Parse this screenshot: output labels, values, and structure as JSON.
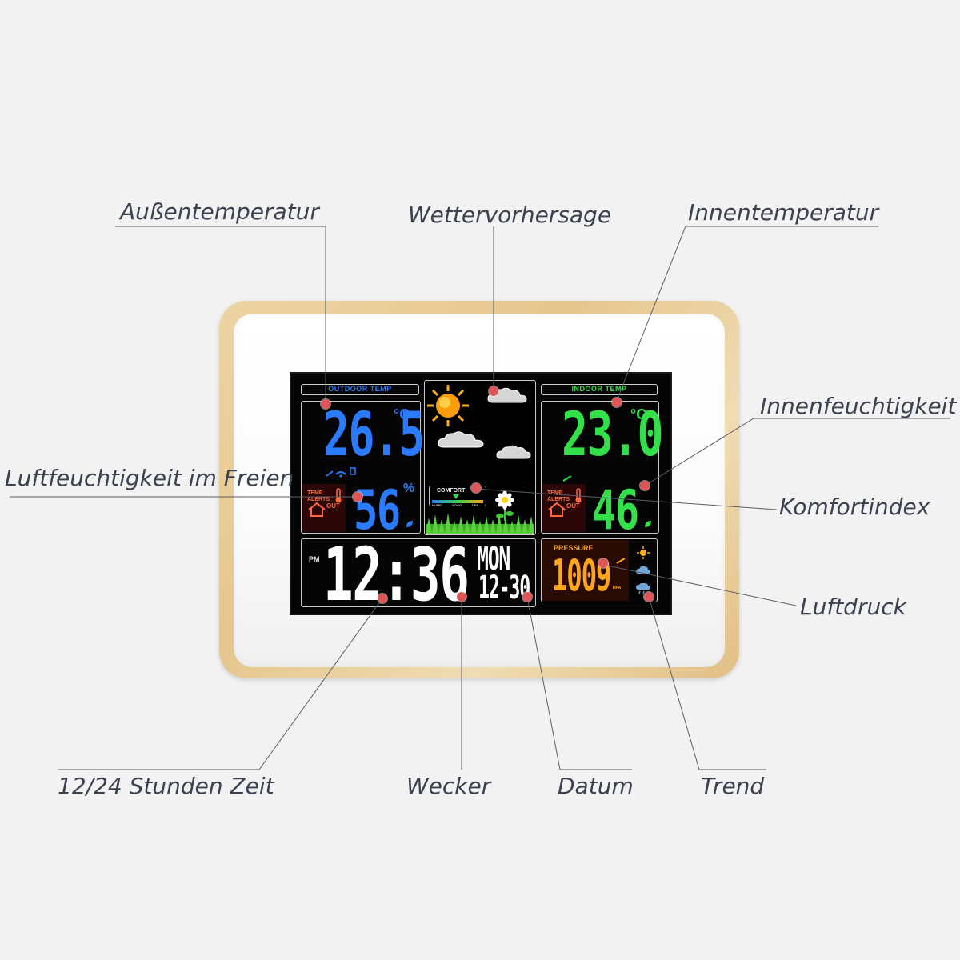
{
  "labels": {
    "outdoor_temp": "Außentemperatur",
    "forecast": "Wettervorhersage",
    "indoor_temp": "Innentemperatur",
    "indoor_humidity": "Innenfeuchtigkeit",
    "outdoor_humidity": "Luftfeuchtigkeit im Freien",
    "comfort": "Komfortindex",
    "pressure": "Luftdruck",
    "clock": "12/24 Stunden Zeit",
    "alarm": "Wecker",
    "date": "Datum",
    "trend": "Trend"
  },
  "display": {
    "outdoor_header": "OUTDOOR TEMP",
    "indoor_header": "INDOOR TEMP",
    "outdoor_temp": "26.5",
    "outdoor_unit": "°C",
    "outdoor_humidity": "56",
    "humidity_unit": "%",
    "indoor_temp": "23.0",
    "indoor_unit": "°C",
    "indoor_humidity": "46",
    "alert_line1": "TEMP",
    "alert_line2": "ALERTS",
    "alert_out": "OUT",
    "comfort_label": "COMFORT",
    "comfort_scale": [
      "HUMID",
      "GOOD",
      "DRY"
    ],
    "ampm": "PM",
    "time": "12:36",
    "weekday": "MON",
    "date": "12-30",
    "pressure_label": "PRESSURE",
    "pressure_value": "1009",
    "pressure_unit": "HPA"
  },
  "colors": {
    "outdoor": "#2a7bff",
    "indoor": "#33e04a",
    "pressure": "#ffa51c",
    "marker": "#e05555",
    "label_text": "#3c4150"
  }
}
